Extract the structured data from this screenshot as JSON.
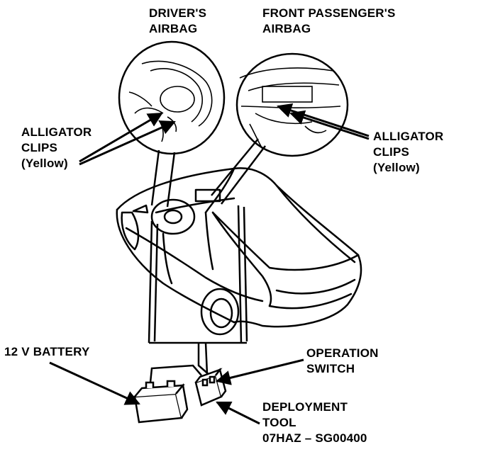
{
  "labels": {
    "drivers_airbag": {
      "line1": "DRIVER'S",
      "line2": "AIRBAG"
    },
    "passenger_airbag": {
      "line1": "FRONT PASSENGER'S",
      "line2": "AIRBAG"
    },
    "clips_left": {
      "line1": "ALLIGATOR",
      "line2": "CLIPS",
      "line3": "(Yellow)"
    },
    "clips_right": {
      "line1": "ALLIGATOR",
      "line2": "CLIPS",
      "line3": "(Yellow)"
    },
    "battery": {
      "text": "12 V BATTERY"
    },
    "operation_switch": {
      "line1": "OPERATION",
      "line2": "SWITCH"
    },
    "deployment_tool": {
      "line1": "DEPLOYMENT",
      "line2": "TOOL",
      "line3": "07HAZ – SG00400"
    }
  }
}
